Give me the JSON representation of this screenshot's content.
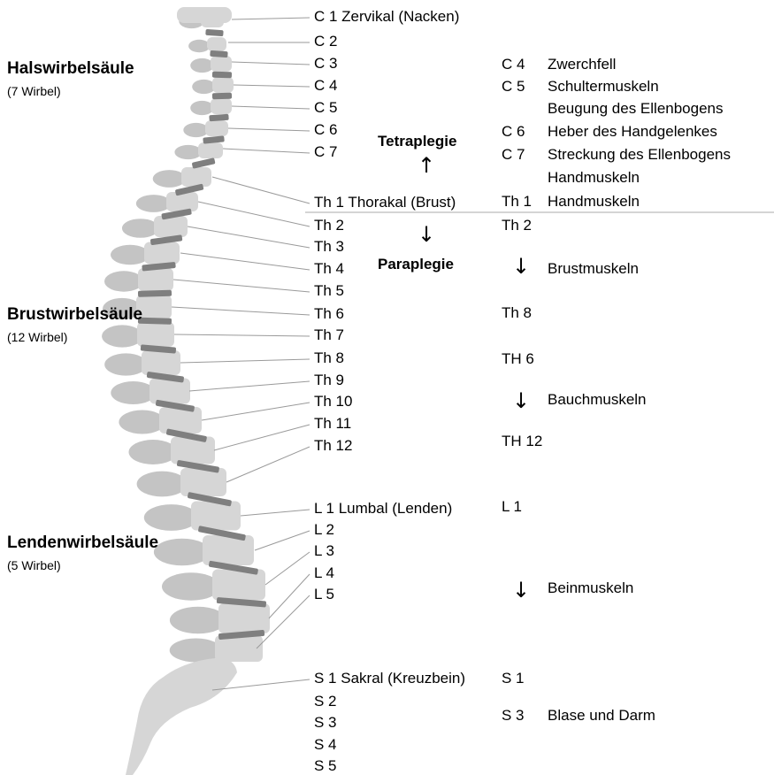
{
  "regions": [
    {
      "title": "Halswirbelsäule",
      "sub": "(7 Wirbel)"
    },
    {
      "title": "Brustwirbelsäule",
      "sub": "(12 Wirbel)"
    },
    {
      "title": "Lendenwirbelsäule",
      "sub": "(5 Wirbel)"
    }
  ],
  "vertebrae": [
    "C 1 Zervikal (Nacken)",
    "C 2",
    "C 3",
    "C 4",
    "C 5",
    "C 6",
    "C 7",
    "Th 1 Thorakal (Brust)",
    "Th 2",
    "Th 3",
    "Th 4",
    "Th 5",
    "Th 6",
    "Th 7",
    "Th 8",
    "Th 9",
    "Th 10",
    "Th 11",
    "Th 12",
    "L 1 Lumbal (Lenden)",
    "L 2",
    "L 3",
    "L 4",
    "L 5",
    "S 1 Sakral (Kreuzbein)",
    "S 2",
    "S 3",
    "S 4",
    "S 5"
  ],
  "functions": [
    {
      "level": "C 4",
      "text": "Zwerchfell"
    },
    {
      "level": "C 5",
      "text": "Schultermuskeln"
    },
    {
      "level": "",
      "text": "Beugung des Ellenbogens"
    },
    {
      "level": "C 6",
      "text": "Heber des Handgelenkes"
    },
    {
      "level": "C 7",
      "text": "Streckung des Ellenbogens"
    },
    {
      "level": "",
      "text": "Handmuskeln"
    },
    {
      "level": "Th 1",
      "text": "Handmuskeln"
    },
    {
      "level": "Th 2",
      "text": ""
    },
    {
      "level": "",
      "text": "Brustmuskeln"
    },
    {
      "level": "Th 8",
      "text": ""
    },
    {
      "level": "TH 6",
      "text": ""
    },
    {
      "level": "",
      "text": "Bauchmuskeln"
    },
    {
      "level": "TH 12",
      "text": ""
    },
    {
      "level": "L 1",
      "text": ""
    },
    {
      "level": "",
      "text": "Beinmuskeln"
    },
    {
      "level": "S 1",
      "text": ""
    },
    {
      "level": "S 3",
      "text": "Blase und Darm"
    }
  ],
  "conditions": {
    "upper": "Tetraplegie",
    "lower": "Paraplegie"
  },
  "arrows": {
    "up": "↑",
    "down": "↓"
  },
  "colors": {
    "bone": "#d6d6d6",
    "bone_dark": "#c4c4c4",
    "disc": "#7f7f7f",
    "line": "#9a9a9a",
    "divider": "#aaaaaa"
  }
}
